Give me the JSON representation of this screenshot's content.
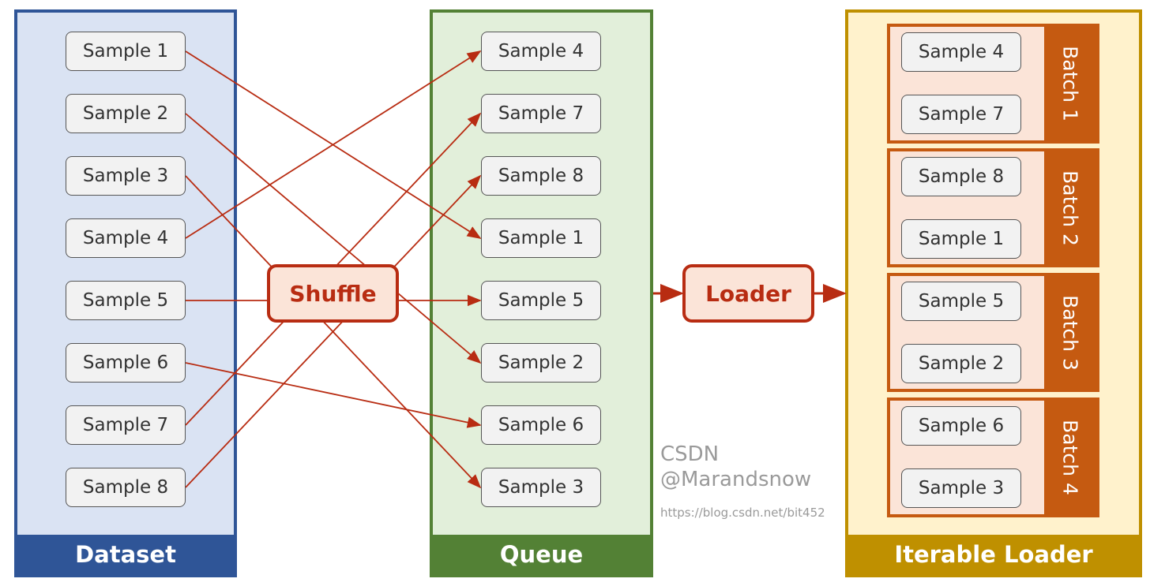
{
  "dataset": {
    "label": "Dataset",
    "items": [
      "Sample 1",
      "Sample 2",
      "Sample 3",
      "Sample 4",
      "Sample 5",
      "Sample 6",
      "Sample 7",
      "Sample 8"
    ]
  },
  "shuffle": {
    "label": "Shuffle"
  },
  "queue": {
    "label": "Queue",
    "items": [
      "Sample 4",
      "Sample 7",
      "Sample 8",
      "Sample 1",
      "Sample 5",
      "Sample 2",
      "Sample 6",
      "Sample 3"
    ]
  },
  "loader": {
    "label": "Loader"
  },
  "iterable": {
    "label": "Iterable Loader",
    "batches": [
      {
        "label": "Batch 1",
        "items": [
          "Sample 4",
          "Sample 7"
        ]
      },
      {
        "label": "Batch 2",
        "items": [
          "Sample 8",
          "Sample 1"
        ]
      },
      {
        "label": "Batch 3",
        "items": [
          "Sample 5",
          "Sample 2"
        ]
      },
      {
        "label": "Batch 4",
        "items": [
          "Sample 6",
          "Sample 3"
        ]
      }
    ]
  },
  "watermark": {
    "main": "CSDN @Marandsnow",
    "url": "https://blog.csdn.net/bit452"
  },
  "colors": {
    "dataset_border": "#2f5597",
    "dataset_fill": "#dae3f3",
    "queue_border": "#538135",
    "queue_fill": "#e2efda",
    "iterable_border": "#bf9000",
    "iterable_fill": "#fff2cc",
    "arrow": "#b82c12",
    "batch": "#c55a11"
  }
}
